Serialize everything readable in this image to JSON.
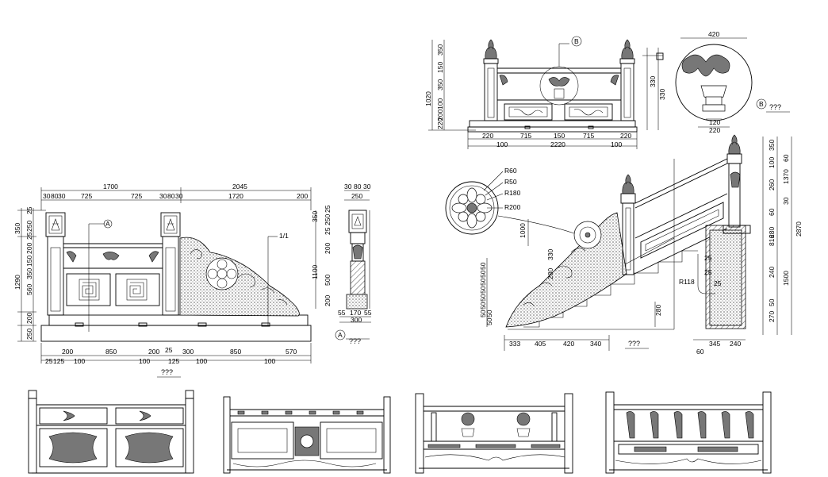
{
  "view_a": {
    "top_dims": [
      "1700",
      "2045"
    ],
    "top_sub_dims": [
      "30",
      "80",
      "30",
      "725",
      "725",
      "30",
      "80",
      "30",
      "1720",
      "200"
    ],
    "left_dims": [
      "350",
      "25",
      "250",
      "25",
      "200",
      "150",
      "350",
      "1290",
      "560",
      "200",
      "250"
    ],
    "bottom_dims": [
      "200",
      "850",
      "200",
      "25",
      "300",
      "850",
      "570"
    ],
    "bottom_sub_dims": [
      "25",
      "125",
      "100",
      "100",
      "125",
      "100",
      "100"
    ],
    "callout_a": "A",
    "leader": "1/1",
    "title_mark": "A",
    "title": "???",
    "footer": "???"
  },
  "view_section": {
    "top_dims": [
      "30",
      "80",
      "30",
      "250"
    ],
    "right_dims": [
      "350",
      "25",
      "250",
      "25",
      "200",
      "1100",
      "500",
      "200"
    ],
    "bottom_dims": [
      "55",
      "170",
      "55",
      "300"
    ]
  },
  "view_b": {
    "left_dims": [
      "350",
      "150",
      "350",
      "1020",
      "100",
      "200",
      "220"
    ],
    "bottom_dims": [
      "220",
      "715",
      "150",
      "715",
      "220",
      "100",
      "2220",
      "100"
    ],
    "right_dim": "330",
    "right_dim2": "330",
    "callout_b": "B"
  },
  "detail_b": {
    "dims": [
      "420",
      "120",
      "220"
    ],
    "mark": "B",
    "title": "???"
  },
  "view_stair": {
    "radii": [
      "R60",
      "R50",
      "R180",
      "R200"
    ],
    "dim_1000": "1000",
    "left_dims": [
      "50",
      "50",
      "50",
      "50",
      "50",
      "50",
      "50",
      "50",
      "50"
    ],
    "mid_dims": [
      "330",
      "280"
    ],
    "bottom_dims": [
      "333",
      "405",
      "420",
      "340"
    ],
    "right_dims": [
      "350",
      "60",
      "1370",
      "100",
      "260",
      "30",
      "2870",
      "60",
      "1500",
      "280",
      "816",
      "240",
      "270",
      "50"
    ],
    "lower_right": [
      "25",
      "25",
      "25",
      "R118",
      "280"
    ],
    "bottom_small": [
      "345",
      "240",
      "60"
    ],
    "title": "???"
  },
  "thumbnails": {
    "count": 4
  }
}
